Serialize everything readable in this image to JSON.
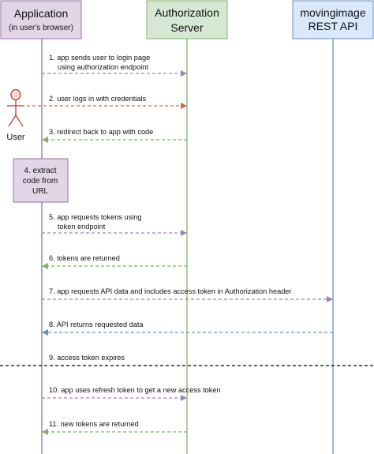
{
  "participants": {
    "app": {
      "title": "Application",
      "subtitle": "(in user's browser)",
      "fill": "#e1d5e7",
      "stroke": "#9673a6"
    },
    "auth": {
      "title_line1": "Authorization",
      "title_line2": "Server",
      "fill": "#d5e8d4",
      "stroke": "#82b366"
    },
    "api": {
      "title_line1": "movingimage",
      "title_line2": "REST API",
      "fill": "#dae8fc",
      "stroke": "#6c8ebf"
    }
  },
  "actor": {
    "label": "User",
    "stroke": "#ae4132",
    "fill": "#fad9d5",
    "icon": "person-icon"
  },
  "note": {
    "line1": "4. extract",
    "line2": "code from",
    "line3": "URL",
    "fill": "#e1d5e7",
    "stroke": "#9673a6"
  },
  "colors": {
    "purple": "#a680b8",
    "red": "#c8694f",
    "green": "#7fb35f",
    "blue": "#6c8ebf",
    "divider": "#000000"
  },
  "messages": {
    "m1_line1": "1. app sends user to login page",
    "m1_line2": "using authorization endpoint",
    "m2": "2. user logs in with credentials",
    "m3": "3. redirect back to app with code",
    "m5_line1": "5. app requests tokens using",
    "m5_line2": "token endpoint",
    "m6": "6. tokens are returned",
    "m7": "7. app requests API data and includes access token in Authorization header",
    "m8": "8. API returns requested data",
    "m9": "9. access token expires",
    "m10": "10. app uses refresh token to get a new access token",
    "m11": "11. new tokens are returned"
  }
}
